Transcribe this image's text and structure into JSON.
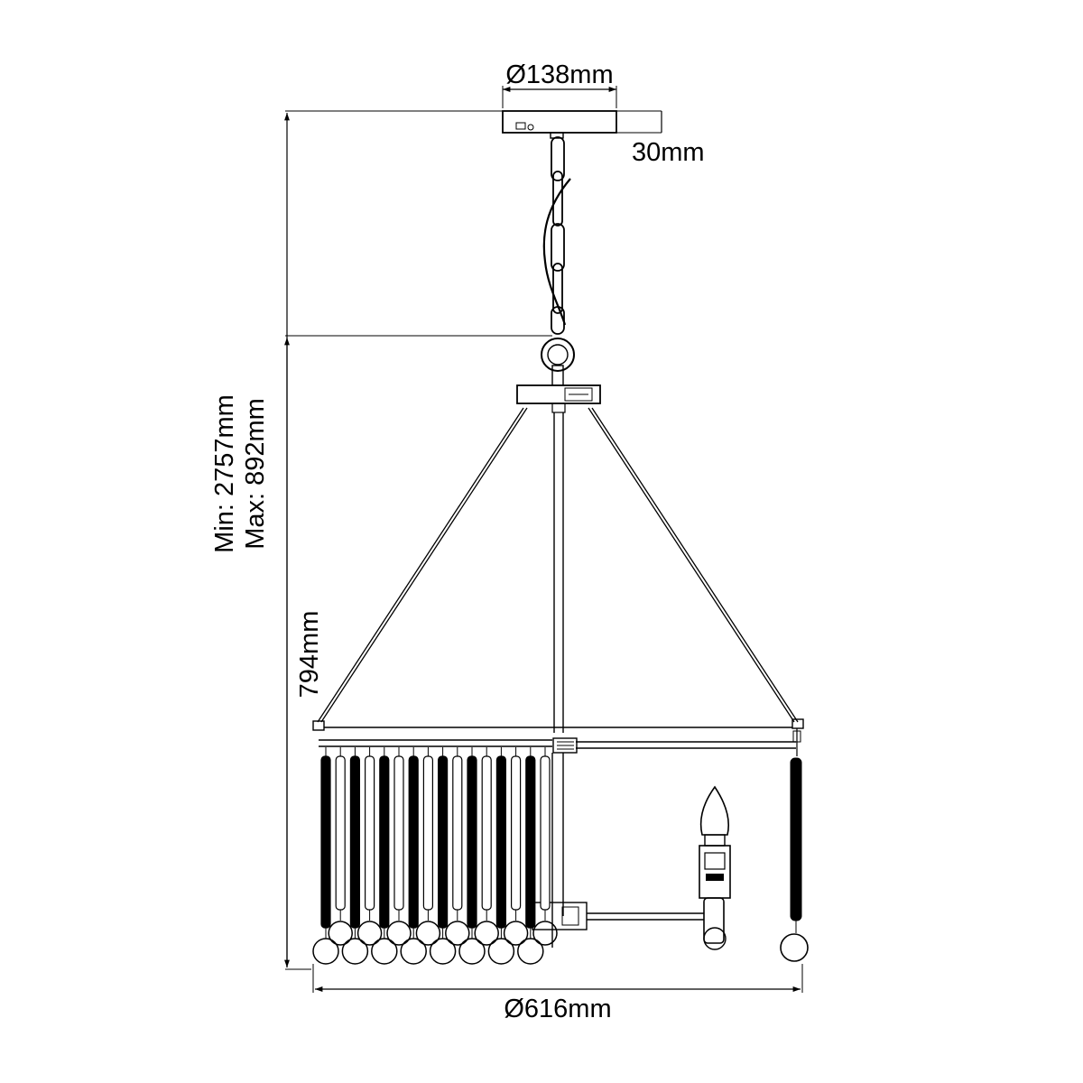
{
  "dimensions": {
    "canopy_diameter": "Ø138mm",
    "canopy_height": "30mm",
    "min_height": "Min: 2757mm",
    "max_height": "Max: 892mm",
    "body_height": "794mm",
    "body_diameter": "Ø616mm"
  },
  "colors": {
    "line": "#000000",
    "background": "#ffffff"
  }
}
